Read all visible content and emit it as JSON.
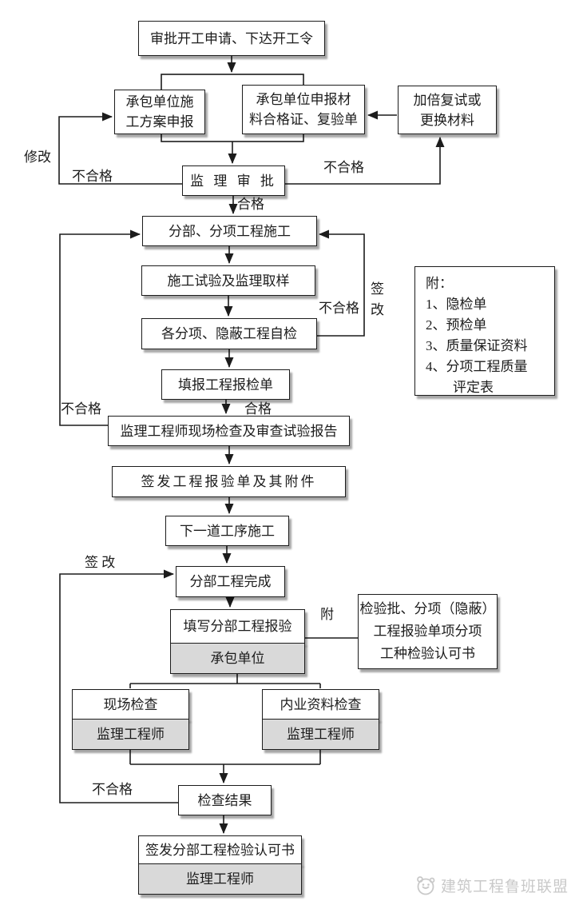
{
  "nodes": {
    "approve_start": "审批开工申请、下达开工令",
    "contractor_plan": "承包单位施\n工方案申报",
    "contractor_materials": "承包单位申报材\n料合格证、复验单",
    "retest_replace": "加倍复试或\n更换材料",
    "supervisor_review": "监 理 审 批",
    "subitem_construction": "分部、分项工程施工",
    "test_sampling": "施工试验及监理取样",
    "self_inspection": "各分项、隐蔽工程自检",
    "fill_inspection_form": "填报工程报检单",
    "site_check_review": "监理工程师现场检查及审查试验报告",
    "issue_report_form": "签发工程报验单及其附件",
    "next_process": "下一道工序施工",
    "division_complete": "分部工程完成",
    "division_report": "填写分部工程报验",
    "division_report_role": "承包单位",
    "site_inspection": "现场检查",
    "site_inspection_role": "监理工程师",
    "document_inspection": "内业资料检查",
    "document_inspection_role": "监理工程师",
    "check_result": "检查结果",
    "issue_certificate": "签发分部工程检验认可书",
    "issue_certificate_role": "监理工程师",
    "attachment_ref": "检验批、分项（隐蔽）\n工程报验单项分项\n工种检验认可书",
    "attachment_note": "附：\n1、隐检单\n2、预检单\n3、质量保证资料\n4、分项工程质量\n        评定表"
  },
  "labels": {
    "modify": "修改",
    "fail_plan": "不合格",
    "fail_material": "不合格",
    "pass_review": "合格",
    "fail_self_check": "不合格",
    "sign_change_right": "签\n改",
    "fail_site_check": "不合格",
    "pass_form": "合格",
    "sign_change_left": "签 改",
    "attach": "附",
    "fail_result": "不合格"
  },
  "watermark": {
    "text": "建筑工程鲁班联盟"
  },
  "colors": {
    "background": "#ffffff",
    "line": "#1c1c1c",
    "box_border": "#1c1c1c",
    "box_fill": "#ffffff",
    "gray_fill": "#d9d9d9",
    "shadow": "rgba(0,0,0,0.35)",
    "watermark": "#c9c9c9"
  }
}
